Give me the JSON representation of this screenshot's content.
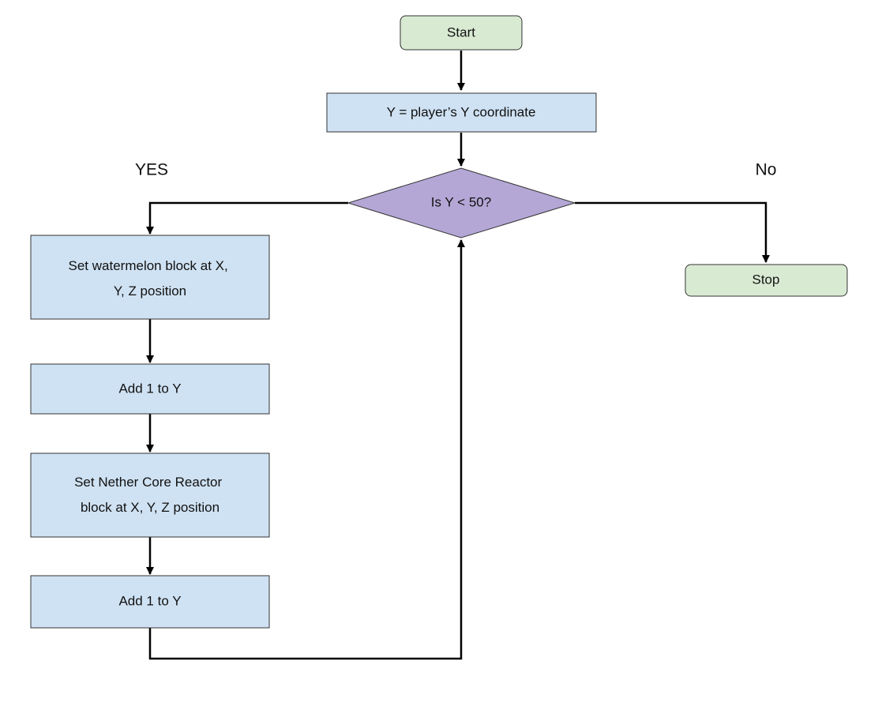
{
  "colors": {
    "terminal_fill": "#d9ead3",
    "process_fill": "#cfe2f3",
    "decision_fill": "#b4a7d6",
    "stroke": "#333333",
    "edge": "#000000"
  },
  "nodes": {
    "start": {
      "label": "Start"
    },
    "assign_y": {
      "label": "Y = player’s Y coordinate"
    },
    "decision": {
      "label": "Is Y < 50?"
    },
    "stop": {
      "label": "Stop"
    },
    "set_watermelon": {
      "lines": [
        "Set watermelon block at X,",
        "Y, Z position"
      ]
    },
    "add_one_a": {
      "label": "Add 1 to Y"
    },
    "set_reactor": {
      "lines": [
        "Set Nether Core Reactor",
        "block at X, Y, Z position"
      ]
    },
    "add_one_b": {
      "label": "Add 1 to Y"
    }
  },
  "branches": {
    "yes": "YES",
    "no": "No"
  }
}
